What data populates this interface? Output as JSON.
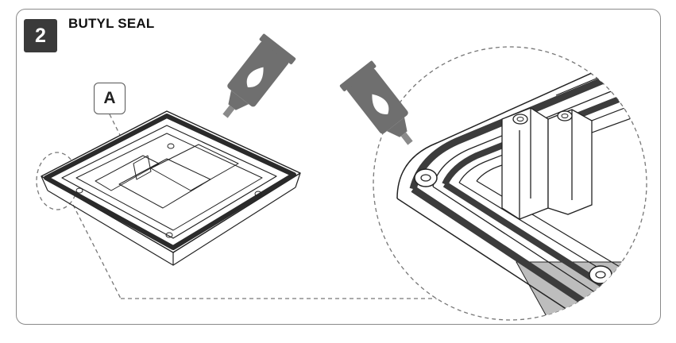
{
  "step": {
    "number": "2",
    "title": "BUTYL SEAL"
  },
  "callout": {
    "label": "A"
  },
  "colors": {
    "frame": "#8a8a8a",
    "badge": "#3a3a3a",
    "tube": "#6f6f6f",
    "seal": "#3c3c3c",
    "line": "#222222"
  },
  "icons": {
    "tube_left": "sealant-tube-icon",
    "tube_right": "sealant-tube-icon"
  }
}
